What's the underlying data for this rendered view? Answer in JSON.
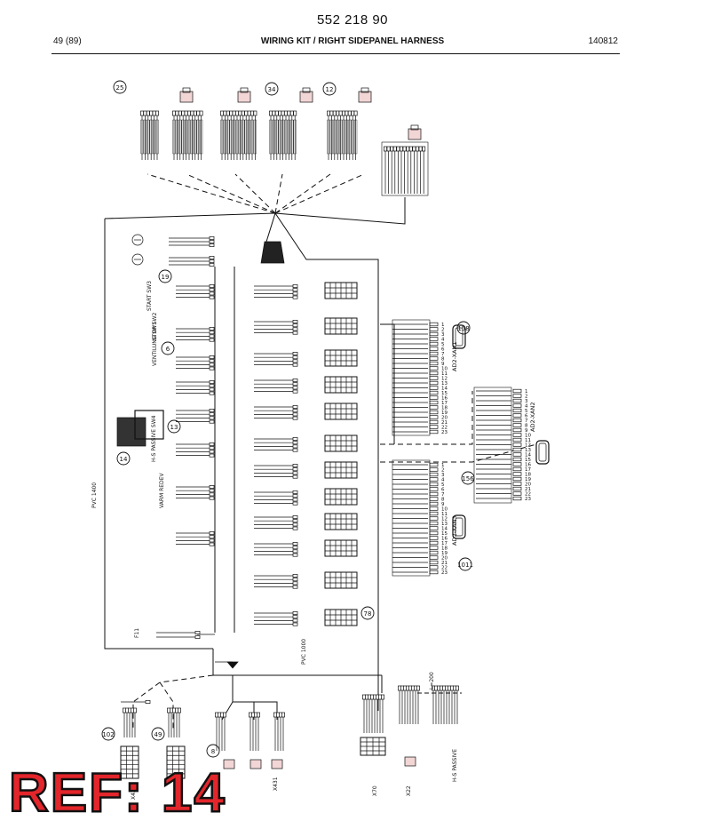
{
  "header": {
    "part_number": "552 218 90",
    "page": "49 (89)",
    "title": "WIRING KIT / RIGHT SIDEPANEL HARNESS",
    "date": "140812"
  },
  "stamp": {
    "text": "REF: 14",
    "color": "#e3262b"
  },
  "callouts": [
    "25",
    "34",
    "12",
    "19",
    "6",
    "13",
    "14",
    "78",
    "158",
    "156",
    "1011",
    "102",
    "49",
    "8"
  ],
  "labels": {
    "pvc_1400": "PVC 1400",
    "pvc_1000": "PVC 1000",
    "rc_start": "START SW3",
    "rc_stop": "STOP SW2",
    "rc_ventil": "VENTILUNG SW1",
    "rc_hs": "H-S PASSIVE SW4",
    "rc_varm": "VARM REDEV",
    "f11": "F11",
    "ad_xan1": "AD2-XAN1",
    "ad_xan2": "AD2-XAN2",
    "ad_xan3": "AD2-XAN3",
    "x70": "X70",
    "x22": "X22",
    "hs_passive": "H-S PASSIVE",
    "l200": "L=200",
    "x431": "X431",
    "x432": "X432",
    "x427": "X427"
  },
  "icons": [
    "horn-icon",
    "motor-icon",
    "connector-icon",
    "relay-icon"
  ]
}
